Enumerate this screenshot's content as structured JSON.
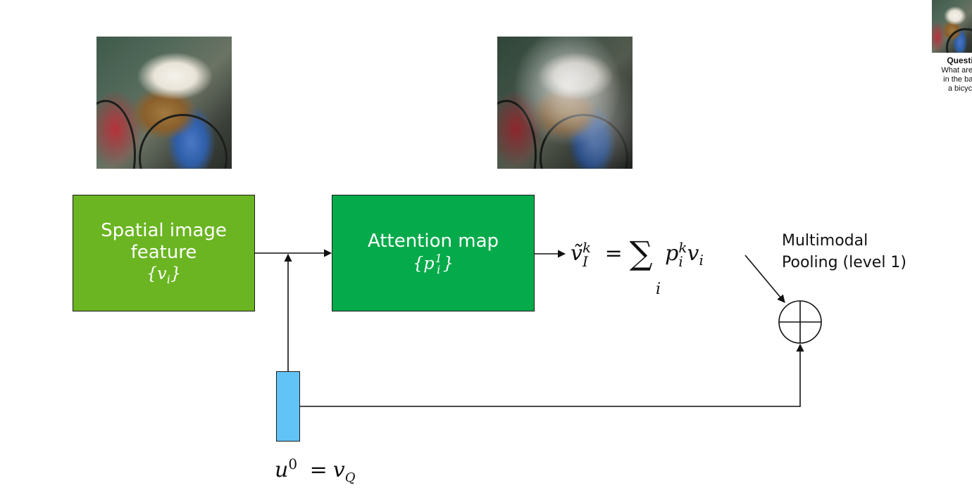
{
  "boxes": {
    "spatial": {
      "line1": "Spatial image",
      "line2": "feature",
      "math": "{v",
      "math_sub": "i",
      "math_end": "}",
      "color": "#6ab521"
    },
    "attention": {
      "line1": "Attention map",
      "math": "{p",
      "math_sub": "i",
      "math_sup": "1",
      "math_end": "}",
      "color": "#05aa4a"
    }
  },
  "formula": {
    "lhs_v": "ṽ",
    "lhs_sup": "k",
    "lhs_sub": "I",
    "eq": "=",
    "sum": "∑",
    "sum_index": "i",
    "rhs_p": "p",
    "rhs_p_sup": "k",
    "rhs_p_sub": "i",
    "rhs_v": "v",
    "rhs_v_sub": "i"
  },
  "pooling_label": {
    "line1": "Multimodal",
    "line2": "Pooling (level 1)"
  },
  "pooling_symbol": "⊕",
  "question_formula": {
    "u": "u",
    "u_sup": "0",
    "eq": "=",
    "v": "v",
    "v_sub": "Q"
  },
  "thumbnail": {
    "question_label": "Questi",
    "line1": "What are s",
    "line2": "in the bas",
    "line3": "a bicyc"
  },
  "colors": {
    "spatial_box": "#6ab521",
    "attention_box": "#05aa4a",
    "question_vector": "#62c3f6"
  }
}
